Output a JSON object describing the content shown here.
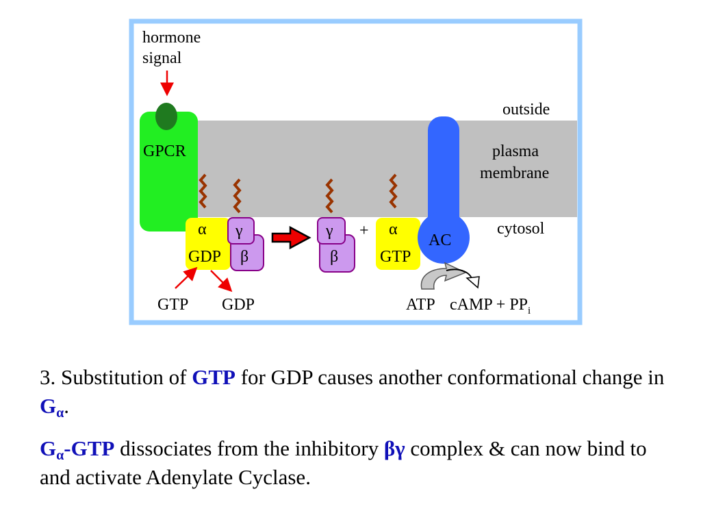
{
  "diagram": {
    "hormone_line1": "hormone",
    "hormone_line2": "signal",
    "outside": "outside",
    "plasma_line1": "plasma",
    "plasma_line2": "membrane",
    "cytosol": "cytosol",
    "gpcr": "GPCR",
    "alpha_symbol": "α",
    "beta_symbol": "β",
    "gamma_symbol": "γ",
    "gdp_bound": "GDP",
    "gtp_bound": "GTP",
    "plus": "+",
    "ac": "AC",
    "gtp_in": "GTP",
    "gdp_out": "GDP",
    "atp": "ATP",
    "camp": "cAMP + PP",
    "camp_sub": "i"
  },
  "caption": {
    "p1_a": "3. Substitution of ",
    "p1_gtp": "GTP",
    "p1_b": " for GDP causes another conformational change in ",
    "p1_g": "G",
    "p1_g_sub": "α",
    "p1_end": ".",
    "p2_g": "G",
    "p2_g_sub": "α",
    "p2_gtp": "-GTP",
    "p2_a": " dissociates from the inhibitory ",
    "p2_bg": "βγ",
    "p2_b": " complex & can now bind to and activate Adenylate Cyclase."
  },
  "colors": {
    "frame": "#99ccff",
    "membrane": "#c0c0c0",
    "gpcr": "#22ee22",
    "hormone": "#1f7a1f",
    "alpha": "#ffff00",
    "beta_gamma": "#cc99ee",
    "ac": "#3366ff",
    "arrow": "#ee0000",
    "lipid": "#993300",
    "caption_blue": "#1010b8"
  }
}
